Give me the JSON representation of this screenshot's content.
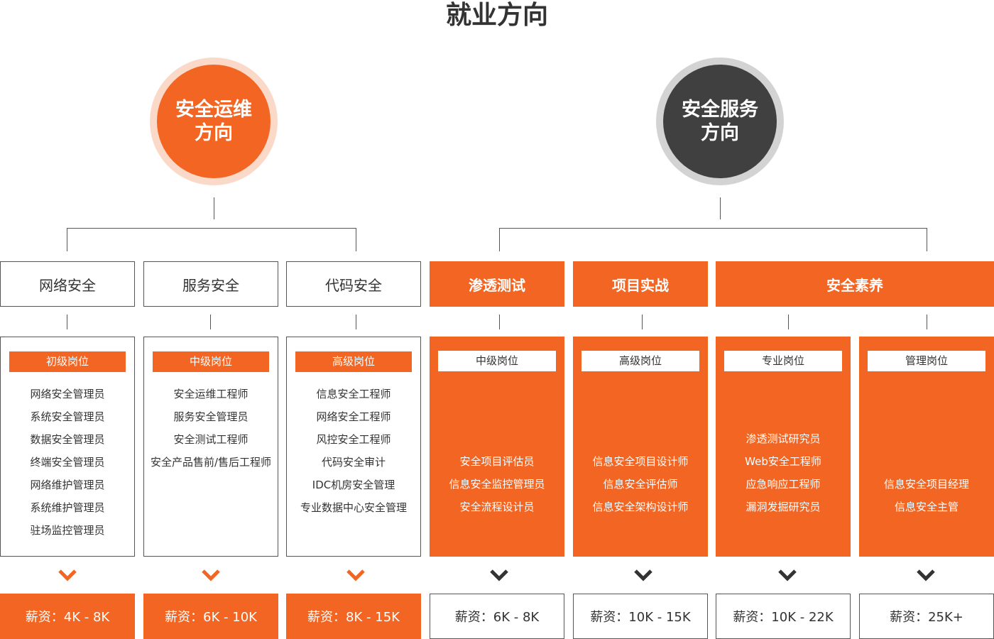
{
  "title": "就业方向",
  "directions": [
    {
      "line1": "安全运维",
      "line2": "方向"
    },
    {
      "line1": "安全服务",
      "line2": "方向"
    }
  ],
  "categories": [
    "网络安全",
    "服务安全",
    "代码安全",
    "渗透测试",
    "项目实战",
    "安全素养"
  ],
  "cards": [
    {
      "badge": "初级岗位",
      "items": [
        "网络安全管理员",
        "系统安全管理员",
        "数据安全管理员",
        "终端安全管理员",
        "网络维护管理员",
        "系统维护管理员",
        "驻场监控管理员"
      ]
    },
    {
      "badge": "中级岗位",
      "items": [
        "安全运维工程师",
        "服务安全管理员",
        "安全测试工程师",
        "安全产品售前/售后工程师"
      ]
    },
    {
      "badge": "高级岗位",
      "items": [
        "信息安全工程师",
        "网络安全工程师",
        "风控安全工程师",
        "代码安全审计",
        "IDC机房安全管理",
        "专业数据中心安全管理"
      ]
    },
    {
      "badge": "中级岗位",
      "items": [
        "安全项目评估员",
        "信息安全监控管理员",
        "安全流程设计员"
      ]
    },
    {
      "badge": "高级岗位",
      "items": [
        "信息安全项目设计师",
        "信息安全评估师",
        "信息安全架构设计师"
      ]
    },
    {
      "badge": "专业岗位",
      "items": [
        "渗透测试研究员",
        "Web安全工程师",
        "应急响应工程师",
        "漏洞发掘研究员"
      ]
    },
    {
      "badge": "管理岗位",
      "items": [
        "信息安全项目经理",
        "信息安全主管"
      ]
    }
  ],
  "salaries": [
    "薪资：4K - 8K",
    "薪资：6K - 10K",
    "薪资：8K - 15K",
    "薪资：6K - 8K",
    "薪资：10K - 15K",
    "薪资：10K - 22K",
    "薪资：25K+"
  ],
  "colors": {
    "orange": "#f26522",
    "dark": "#404040",
    "line": "#555555"
  }
}
